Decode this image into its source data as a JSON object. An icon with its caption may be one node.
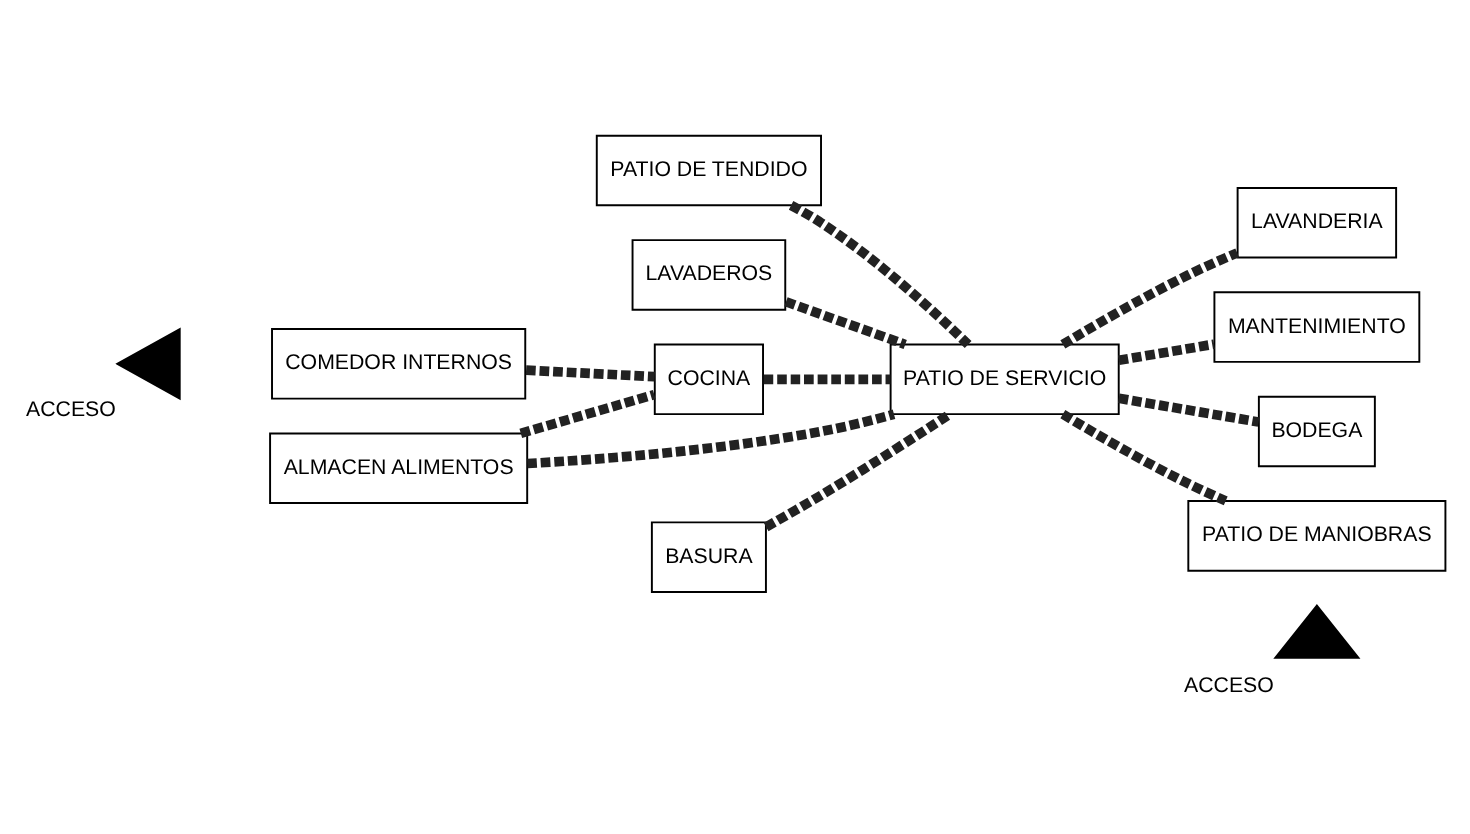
{
  "diagram": {
    "nodes": [
      {
        "text": [
          "PATIO DE TENDIDO"
        ]
      },
      {
        "text": [
          "LAVADEROS"
        ]
      },
      {
        "text": [
          "LAVANDERIA"
        ]
      },
      {
        "text": [
          "ALMACEN ALIMENTOS"
        ]
      },
      {
        "text": [
          "MANTENIMIENTO"
        ]
      },
      {
        "text": [
          "BODEGA"
        ]
      },
      {
        "text": [],
        "shape": "triangle",
        "beside": [
          "ACCESO"
        ]
      },
      {
        "text": [
          "COMEDOR INTERNOS"
        ]
      },
      {
        "text": [
          "COCINA"
        ]
      },
      {
        "text": [
          "BASURA"
        ]
      },
      {
        "text": [
          "PATIO DE SERVICIO"
        ]
      },
      {
        "text": [
          "PATIO DE MANIOBRAS"
        ]
      },
      {
        "text": [],
        "shape": "triangle",
        "beside": [
          "ACCESO"
        ]
      }
    ],
    "edges": [
      {
        "from": 0,
        "to": 10,
        "arrow": "none",
        "style": "dashed"
      },
      {
        "from": 1,
        "to": 10,
        "arrow": "none",
        "style": "dashed"
      },
      {
        "from": 10,
        "to": 2,
        "arrow": "none",
        "style": "dashed"
      },
      {
        "from": 10,
        "to": 4,
        "arrow": "none",
        "style": "dashed"
      },
      {
        "from": 10,
        "to": 5,
        "arrow": "none",
        "style": "dashed"
      },
      {
        "from": 3,
        "to": 10,
        "arrow": "none",
        "style": "dashed"
      },
      {
        "from": 3,
        "to": 8,
        "arrow": "none",
        "style": "dashed"
      },
      {
        "from": 7,
        "to": 8,
        "arrow": "none",
        "style": "dashed"
      },
      {
        "from": 8,
        "to": 10,
        "arrow": "none",
        "style": "dashed"
      },
      {
        "from": 9,
        "to": 10,
        "arrow": "none",
        "style": "dashed"
      },
      {
        "from": 10,
        "to": 11,
        "arrow": "none",
        "style": "dashed"
      }
    ]
  }
}
